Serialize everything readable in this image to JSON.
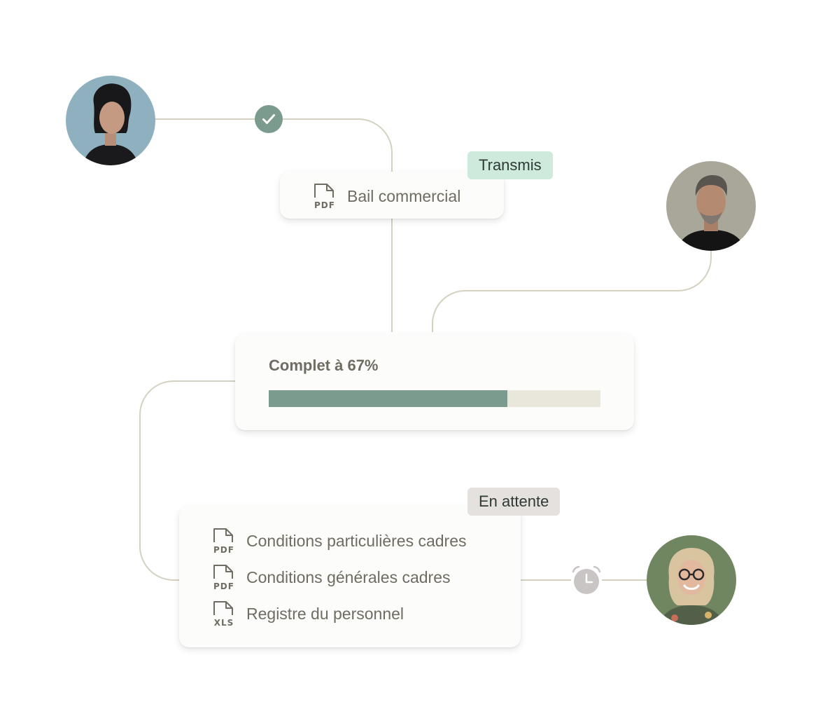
{
  "colors": {
    "connector": "#d4d1c0",
    "accent_green": "#7b9b8e",
    "badge_sent_bg": "#cdeadc",
    "badge_pending_bg": "#e4e1de",
    "progress_track": "#e9e7dc",
    "clock_icon": "#c9c5c4"
  },
  "avatars": {
    "top_left": {
      "icon": "avatar-woman-dark-hair"
    },
    "right": {
      "icon": "avatar-man-grey-hair"
    },
    "bottom_right": {
      "icon": "avatar-woman-blonde-glasses"
    }
  },
  "status_icons": {
    "sent": "check-icon",
    "pending": "alarm-clock-icon"
  },
  "document_card": {
    "badge": "Transmis",
    "file": {
      "type": "PDF",
      "name": "Bail commercial"
    }
  },
  "progress_card": {
    "label": "Complet à 67%",
    "progress": 0.72
  },
  "pending_card": {
    "badge": "En attente",
    "files": [
      {
        "type": "PDF",
        "name": "Conditions particulières cadres"
      },
      {
        "type": "PDF",
        "name": "Conditions générales cadres"
      },
      {
        "type": "XLS",
        "name": "Registre du personnel"
      }
    ]
  }
}
